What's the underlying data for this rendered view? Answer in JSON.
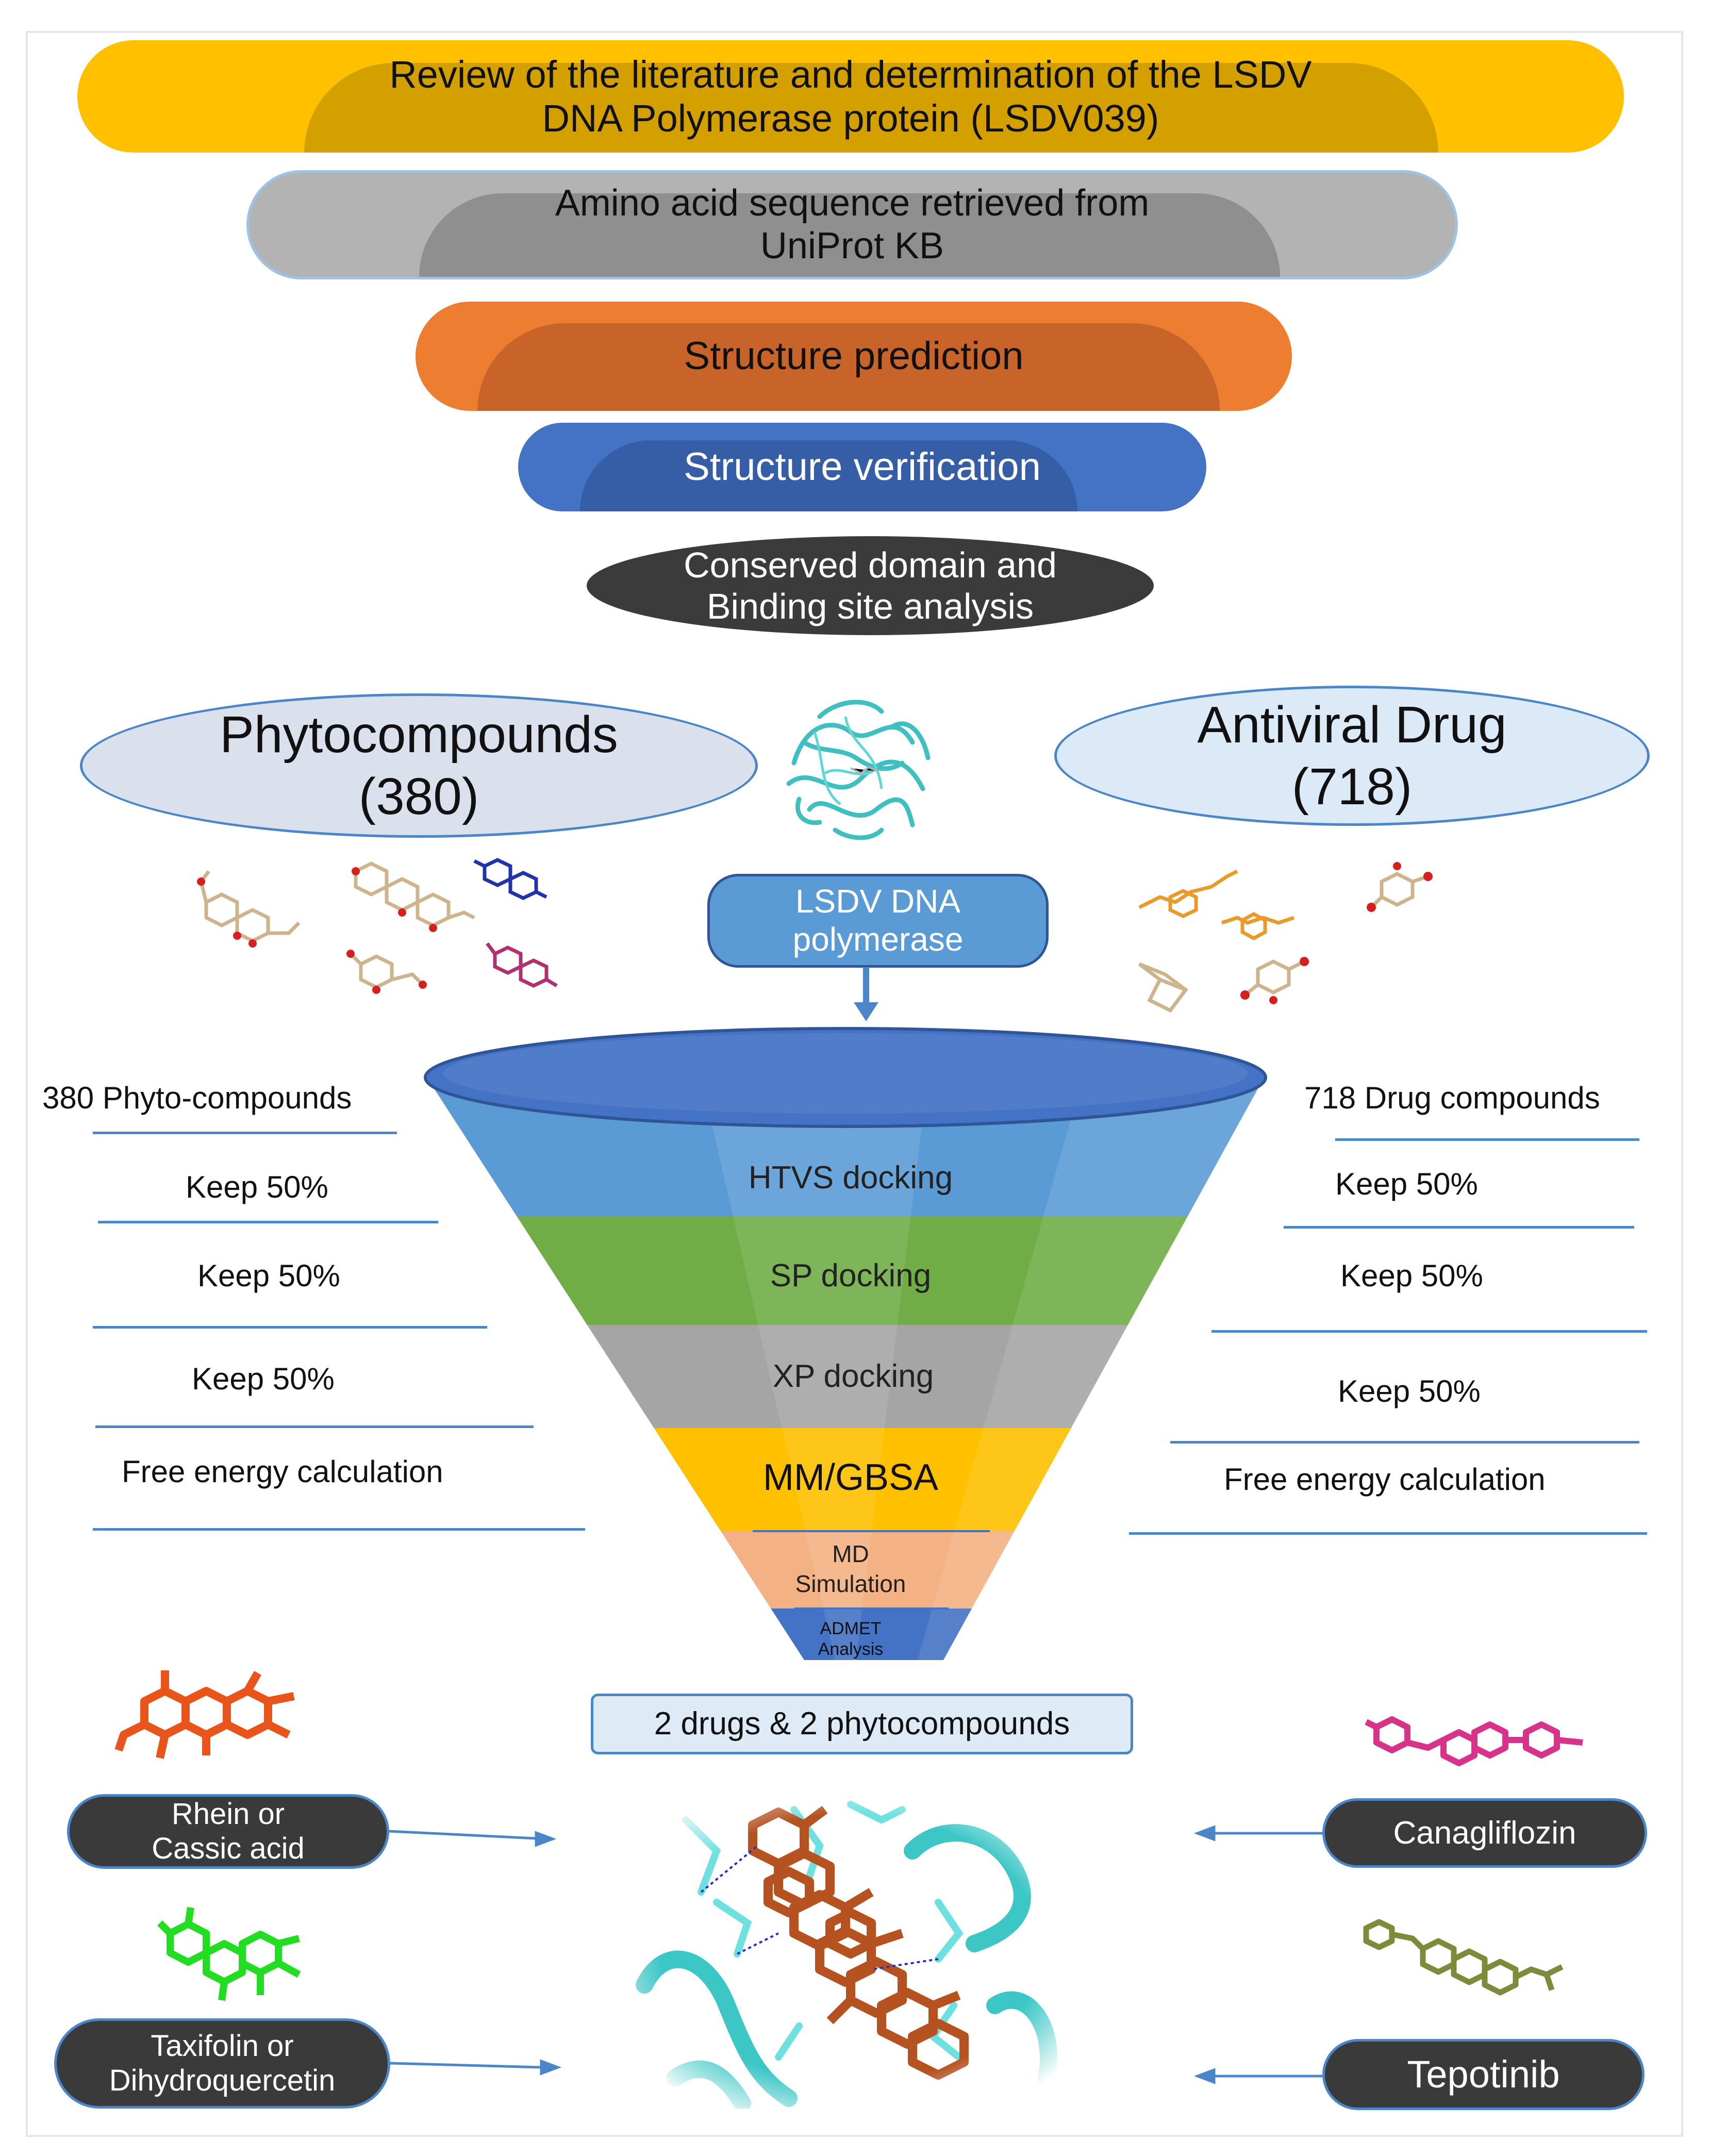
{
  "top_steps": [
    {
      "text": "Review of the literature and determination of the LSDV\nDNA Polymerase protein (LSDV039)",
      "outer": "#ffc000",
      "inner": "#d4a000"
    },
    {
      "text": "Amino acid sequence retrieved from\nUniProt KB",
      "outer": "#b3b3b3",
      "inner": "#8f8f8f"
    },
    {
      "text": "Structure prediction",
      "outer": "#ed7d31",
      "inner": "#c8632a"
    },
    {
      "text": "Structure verification",
      "outer": "#4472c4",
      "inner": "#365ea6"
    },
    {
      "text": "Conserved domain and\nBinding site analysis",
      "outer": "#3b3b3b",
      "inner": "#3b3b3b"
    }
  ],
  "left_group": {
    "title": "Phytocompounds\n(380)"
  },
  "right_group": {
    "title": "Antiviral Drug\n(718)"
  },
  "target_box": {
    "text": "LSDV DNA\npolymerase"
  },
  "left_rows": [
    "380 Phyto-compounds",
    "Keep 50%",
    "Keep 50%",
    "Keep 50%",
    "Free energy calculation"
  ],
  "right_rows": [
    "718 Drug compounds",
    "Keep 50%",
    "Keep 50%",
    "Keep 50%",
    "Free energy calculation"
  ],
  "funnel": {
    "layers": [
      {
        "label": "HTVS docking",
        "color": "#5b9bd5"
      },
      {
        "label": "SP docking",
        "color": "#70ad47"
      },
      {
        "label": "XP docking",
        "color": "#a5a5a5"
      },
      {
        "label": "MM/GBSA",
        "color": "#ffc000"
      },
      {
        "label": "MD\nSimulation",
        "color": "#f4b183"
      },
      {
        "label": "ADMET\nAnalysis",
        "color": "#4472c4"
      }
    ],
    "rim_color": "#2f5597"
  },
  "result_box": {
    "text": "2 drugs & 2 phytocompounds"
  },
  "final_left": [
    "Rhein or\nCassic acid",
    "Taxifolin or\nDihydroquercetin"
  ],
  "final_right": [
    "Canagliflozin",
    "Tepotinib"
  ],
  "structure_icons": [
    "protein-structure-icon",
    "molecule-icon",
    "complex-structure-icon"
  ],
  "accent_color": "#4a86c8"
}
